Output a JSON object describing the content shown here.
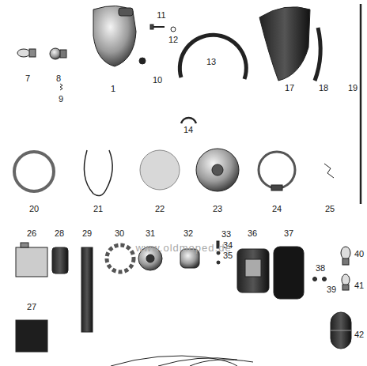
{
  "diagram": {
    "labels": [
      "11",
      "12",
      "7",
      "8",
      "1",
      "10",
      "13",
      "17",
      "18",
      "19",
      "9",
      "14",
      "20",
      "21",
      "22",
      "23",
      "24",
      "25",
      "26",
      "28",
      "29",
      "30",
      "31",
      "32",
      "33",
      "34",
      "35",
      "36",
      "37",
      "www.oldmoped.de",
      "38",
      "39",
      "40",
      "41",
      "27",
      "42"
    ]
  }
}
